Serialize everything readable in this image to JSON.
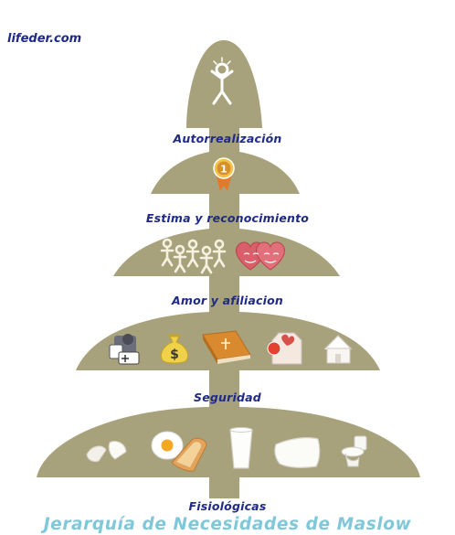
{
  "site": "lifeder.com",
  "levels": [
    {
      "label": "Autorrealización",
      "icons": [
        "person-icon"
      ]
    },
    {
      "label": "Estima y reconocimiento",
      "icons": [
        "medal-icon"
      ]
    },
    {
      "label": "Amor y afiliacion",
      "icons": [
        "people-group-icon",
        "hearts-icon"
      ]
    },
    {
      "label": "Seguridad",
      "icons": [
        "doctor-icon",
        "money-bag-icon",
        "bible-icon",
        "health-icon",
        "house-icon"
      ]
    },
    {
      "label": "Fisiológicas",
      "icons": [
        "eggshell-icon",
        "fried-egg-toast-icon",
        "glass-icon",
        "pillow-icon",
        "toilet-icon"
      ]
    }
  ],
  "title": "Jerarquía de Necesidades de Maslow",
  "colors": {
    "tier": "#a8a27c",
    "label": "#1f2a86",
    "title": "#7ec8da"
  }
}
